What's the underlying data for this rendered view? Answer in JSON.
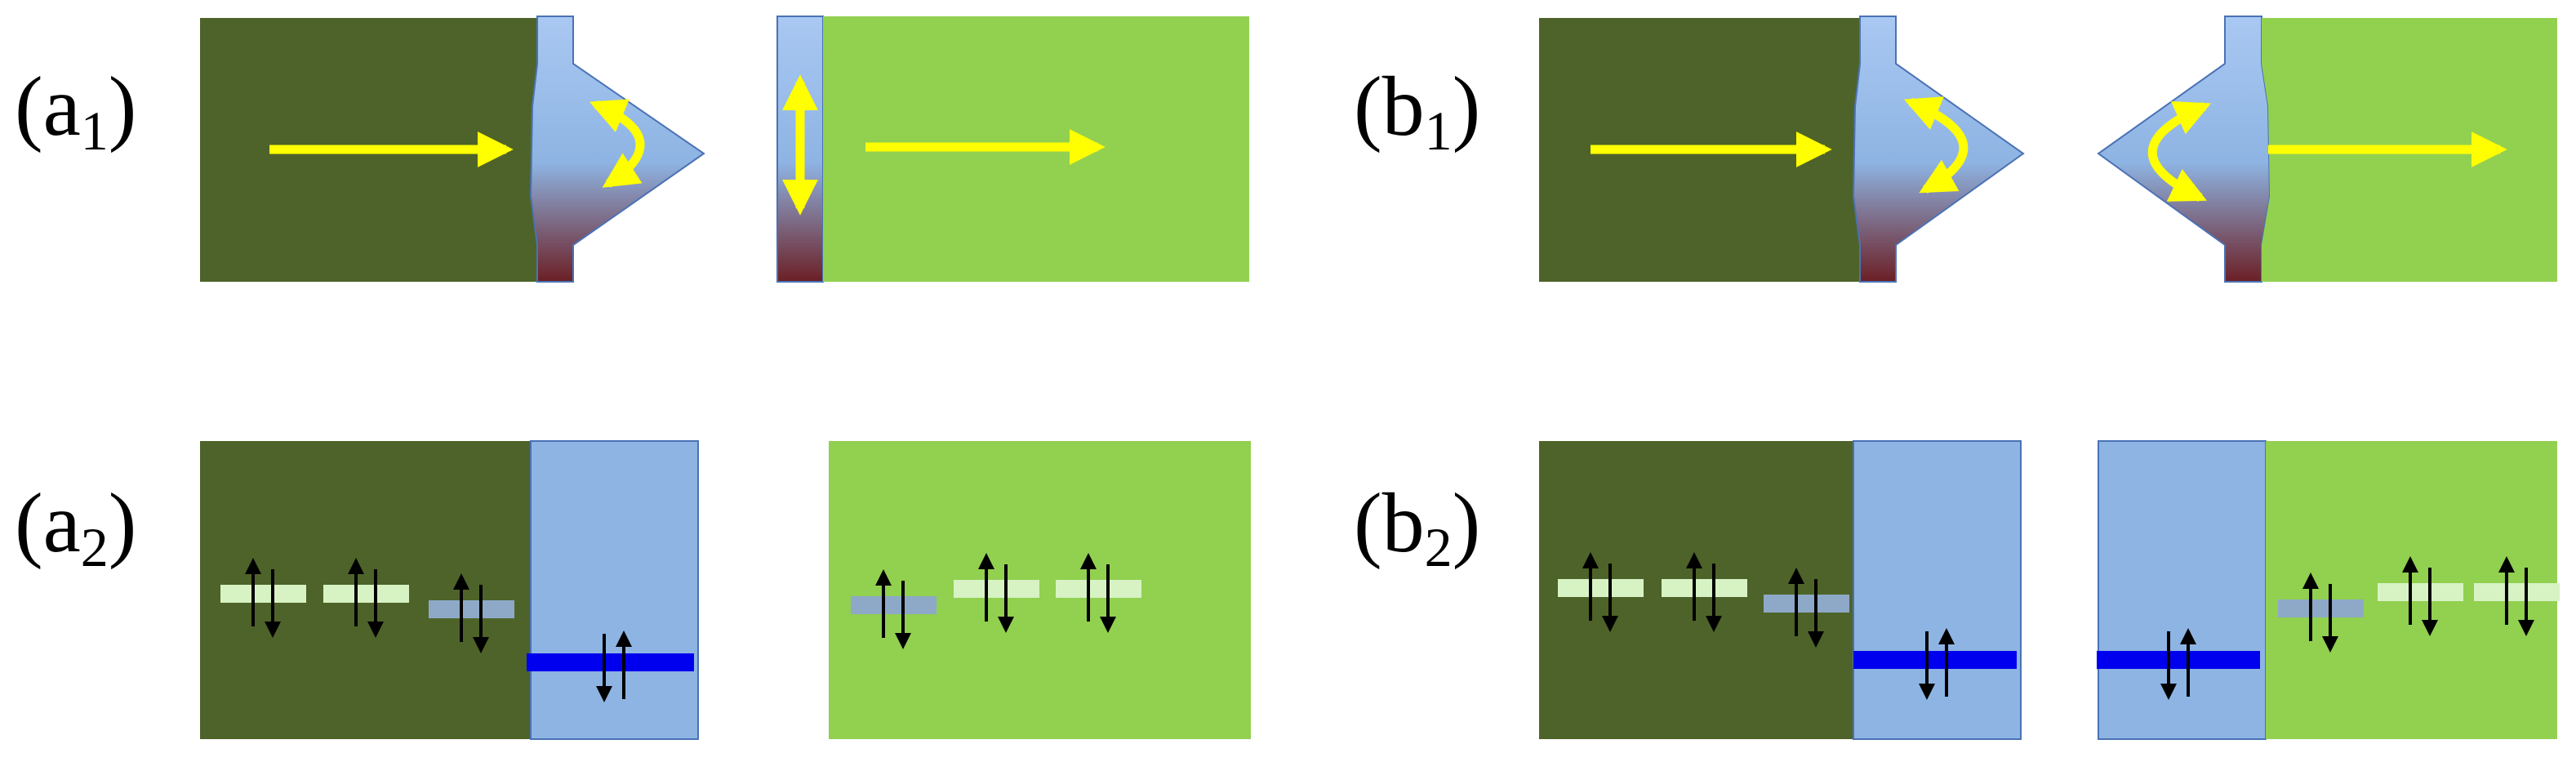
{
  "labels": {
    "a1_main": "(a",
    "a1_sub": "1",
    "a1_close": ")",
    "a2_main": "(a",
    "a2_sub": "2",
    "a2_close": ")",
    "b1_main": "(b",
    "b1_sub": "1",
    "b1_close": ")",
    "b2_main": "(b",
    "b2_sub": "2",
    "b2_close": ")"
  },
  "colors": {
    "dark_green": "#4e6329",
    "light_green": "#92d050",
    "barrier_blue": "#8eb4e3",
    "barrier_top": "#a9c8f2",
    "barrier_bottom": "#6b1f25",
    "arrow_yellow": "#ffff00",
    "level_light_green": "#d7f3c4",
    "level_gray_blue": "#8ea9c8",
    "level_deep_blue": "#0000ee",
    "spin_arrow": "#000000",
    "outline": "#4a72b5"
  },
  "icons": {
    "flow": "long-right-arrow-icon",
    "reflection": "curved-double-arrow-icon",
    "vertical": "vertical-double-arrow-icon",
    "spin_pair": "spin-up-down-icon"
  }
}
